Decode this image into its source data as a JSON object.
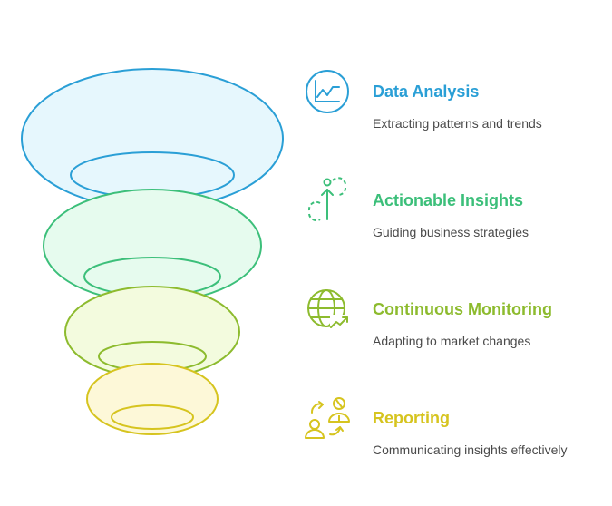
{
  "stages": [
    {
      "title": "Data Analysis",
      "description": "Extracting patterns and trends",
      "icon": "chart-line-icon",
      "color": "#2a9fd6",
      "fill": "#e6f7fd"
    },
    {
      "title": "Actionable Insights",
      "description": "Guiding business strategies",
      "icon": "direction-arrow-icon",
      "color": "#3cbf7a",
      "fill": "#e6fbee"
    },
    {
      "title": "Continuous Monitoring",
      "description": "Adapting to market changes",
      "icon": "globe-trend-icon",
      "color": "#8dbb2e",
      "fill": "#f3fbde"
    },
    {
      "title": "Reporting",
      "description": "Communicating insights effectively",
      "icon": "people-exchange-icon",
      "color": "#d6c41f",
      "fill": "#fdf8d8"
    }
  ]
}
